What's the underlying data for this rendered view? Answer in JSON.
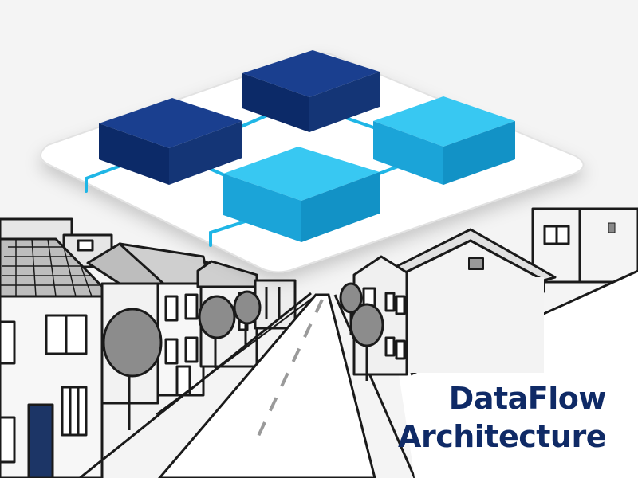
{
  "title": {
    "line1": "DataFlow",
    "line2": "Architecture"
  },
  "colors": {
    "dark_blue": "#0d2c6b",
    "light_blue": "#1fb6e6",
    "platform": "#ffffff",
    "title_text": "#0f2a66",
    "sketch_stroke": "#1a1a1a",
    "tree_fill": "#8c8c8c",
    "road": "#ffffff",
    "background": "#f4f4f4"
  },
  "scene": {
    "description_items": [
      "floating-platform",
      "data-blocks",
      "connector-lines",
      "street-houses",
      "trees",
      "road"
    ]
  }
}
